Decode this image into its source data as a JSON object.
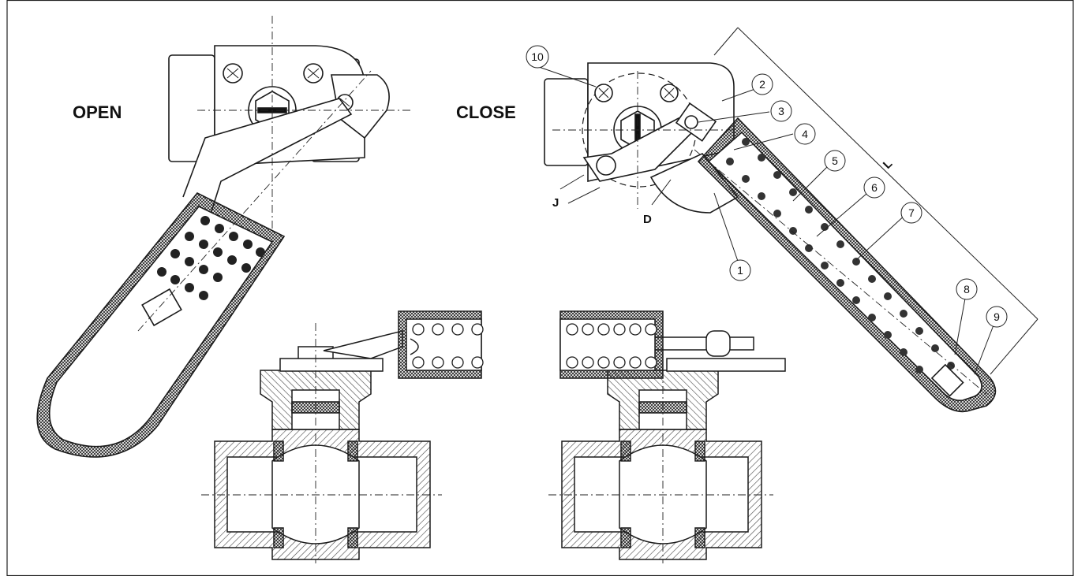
{
  "labels": {
    "open": "OPEN",
    "close": "CLOSE"
  },
  "dimensions": {
    "j": "J",
    "d": "D",
    "l": "L"
  },
  "callouts": [
    "1",
    "2",
    "3",
    "4",
    "5",
    "6",
    "7",
    "8",
    "9",
    "10"
  ],
  "colors": {
    "line": "#1a1a1a",
    "hatch": "#555555",
    "paper": "#ffffff"
  }
}
